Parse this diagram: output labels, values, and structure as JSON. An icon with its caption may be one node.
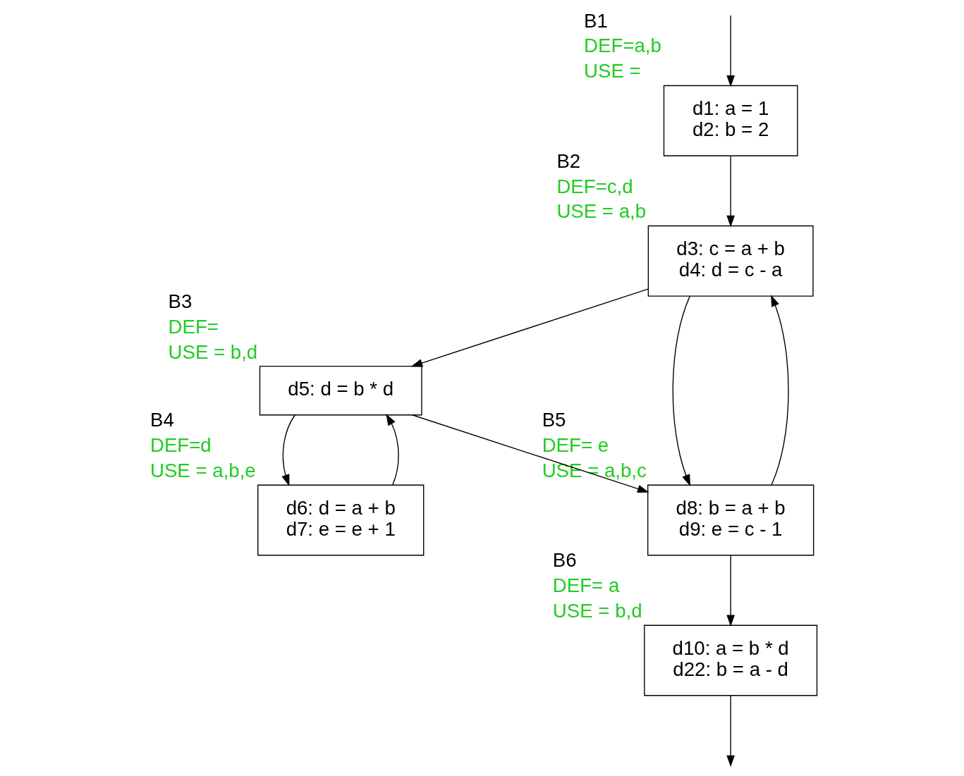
{
  "diagram": {
    "nodes": [
      {
        "text": [
          "d1: a = 1",
          "d2: b = 2"
        ],
        "beside": [
          "B1",
          "DEF=a,b",
          "USE ="
        ]
      },
      {
        "text": [
          "d3: c = a + b",
          "d4: d = c - a"
        ],
        "beside": [
          "B2",
          "DEF=c,d",
          "USE = a,b"
        ]
      },
      {
        "text": [
          "d5: d = b * d"
        ],
        "beside": [
          "B3",
          "DEF=",
          "USE = b,d"
        ]
      },
      {
        "text": [
          "d6: d = a + b",
          "d7: e = e + 1"
        ],
        "beside": [
          "B4",
          "DEF=d",
          "USE = a,b,e"
        ]
      },
      {
        "text": [
          "d8: b = a + b",
          "d9: e = c - 1"
        ],
        "beside": [
          "B5",
          "DEF= e",
          "USE = a,b,c"
        ]
      },
      {
        "text": [
          "d10: a = b * d",
          "d22: b = a - d"
        ],
        "beside": [
          "B6",
          "DEF= a",
          "USE = b,d"
        ]
      }
    ],
    "edges": [
      {
        "from": null,
        "to": 0,
        "arrow": "to"
      },
      {
        "from": 0,
        "to": 1,
        "arrow": "to"
      },
      {
        "from": 1,
        "to": 2,
        "arrow": "to"
      },
      {
        "from": 1,
        "to": 4,
        "arrow": "to"
      },
      {
        "from": 2,
        "to": 3,
        "arrow": "to"
      },
      {
        "from": 2,
        "to": 4,
        "arrow": "to"
      },
      {
        "from": 4,
        "to": 1,
        "arrow": "to"
      },
      {
        "from": 3,
        "to": 2,
        "arrow": "to"
      },
      {
        "from": 4,
        "to": 5,
        "arrow": "to"
      },
      {
        "from": 5,
        "to": null,
        "arrow": "to"
      }
    ]
  }
}
